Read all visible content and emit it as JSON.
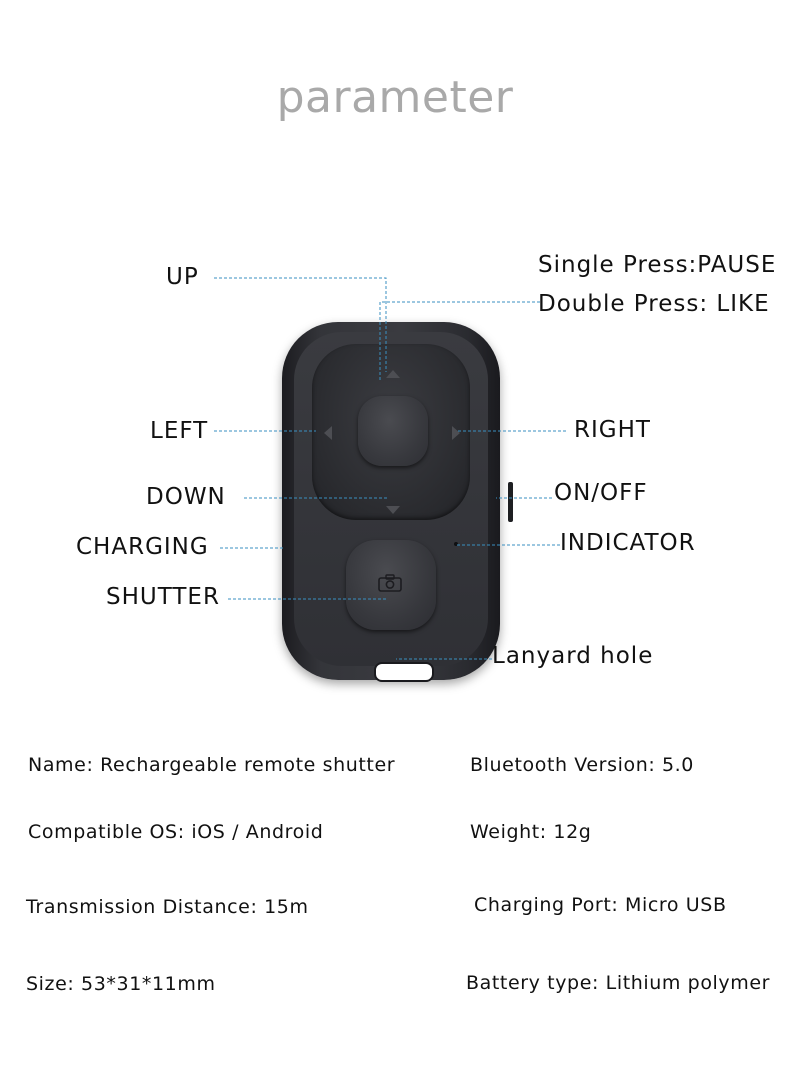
{
  "title": "parameter",
  "labels": {
    "up": "UP",
    "single_press": "Single Press:PAUSE",
    "double_press": "Double Press: LIKE",
    "left": "LEFT",
    "right": "RIGHT",
    "down": "DOWN",
    "on_off": "ON/OFF",
    "charging": "CHARGING",
    "indicator": "INDICATOR",
    "shutter": "SHUTTER",
    "lanyard_hole": "Lanyard hole"
  },
  "specs": {
    "name": "Name: Rechargeable remote shutter",
    "bluetooth": "Bluetooth Version: 5.0",
    "compatible_os": "Compatible OS: iOS / Android",
    "weight": "Weight: 12g",
    "distance": "Transmission Distance: 15m",
    "charging_port": "Charging Port: Micro USB",
    "size": "Size: 53*31*11mm",
    "battery": "Battery type: Lithium polymer"
  },
  "colors": {
    "title": "#a9a9a9",
    "leader_line": "#3a8fc0",
    "device_body": "#34353a"
  },
  "icons": {
    "shutter_button": "camera-icon"
  }
}
